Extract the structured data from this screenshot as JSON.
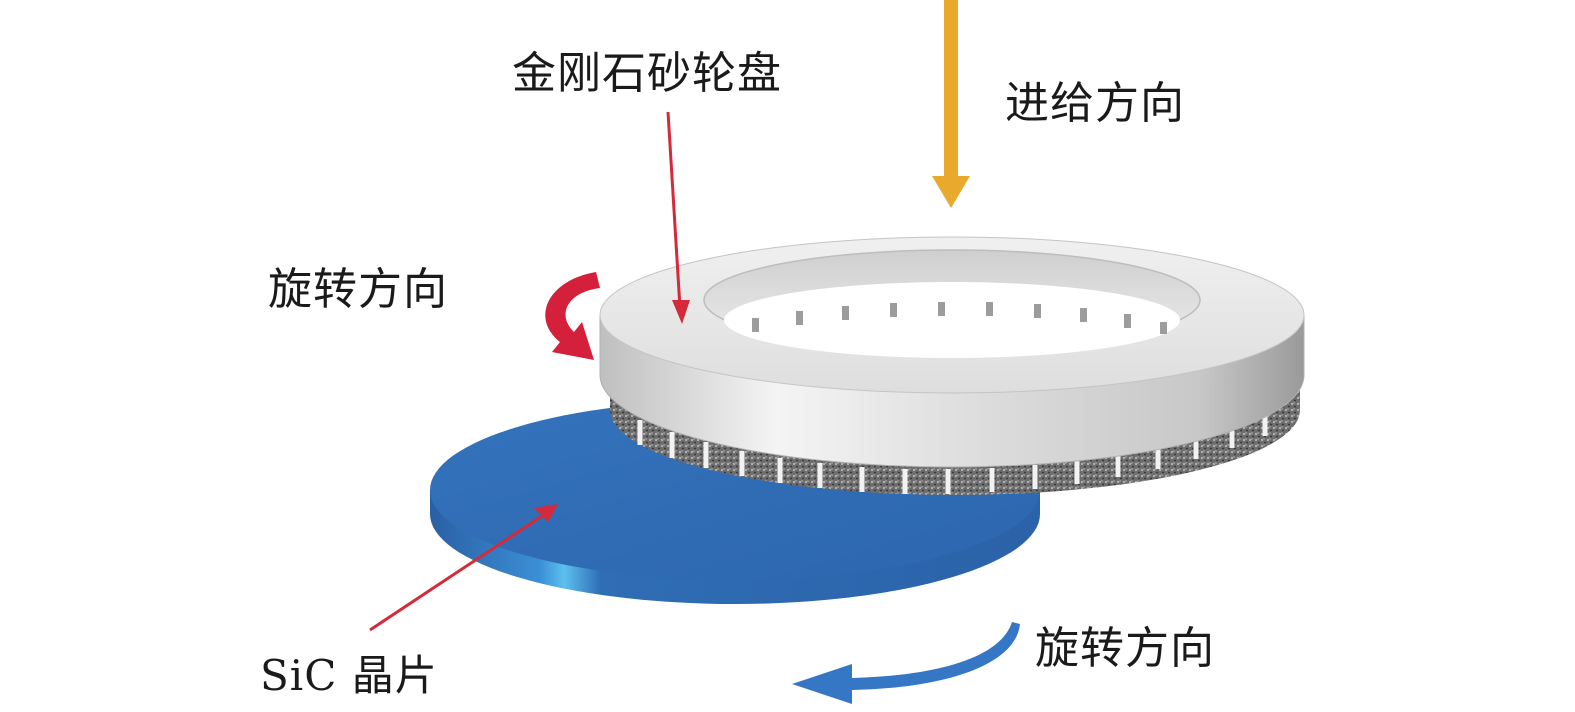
{
  "labels": {
    "grinding_wheel": "金刚石砂轮盘",
    "feed_direction": "进给方向",
    "rotation_direction_wheel": "旋转方向",
    "rotation_direction_wafer": "旋转方向",
    "wafer": "SiC 晶片"
  },
  "colors": {
    "wheel_body": "#e6e6e6",
    "wafer_blue": "#2f6db5",
    "feed_arrow": "#e8a92c",
    "pointer_red": "#d42a3a",
    "wheel_rotation_arrow": "#d4203a",
    "wafer_rotation_arrow": "#3577c4"
  }
}
